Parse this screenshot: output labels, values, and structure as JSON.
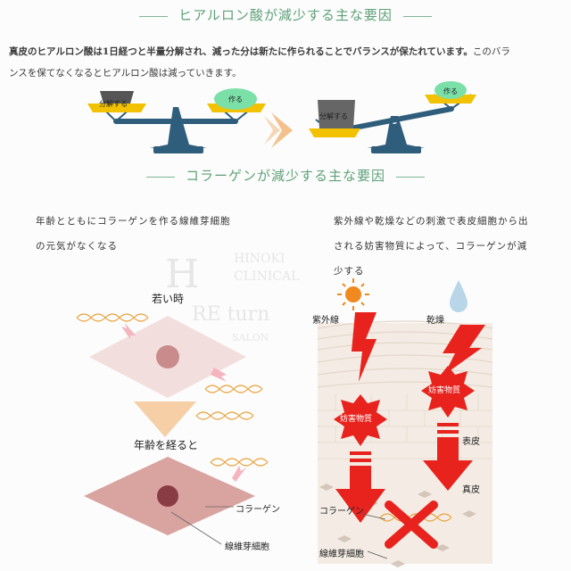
{
  "hyaluronic": {
    "title": "ヒアルロン酸が減少する主な要因",
    "body_lead": "真皮のヒアルロン酸は1日経つと半量分解され、減った分は新たに作られることでバランスが保たれています。",
    "body_rest_1": "このバラ",
    "body_rest_2": "ンスを保てなくなるとヒアルロン酸は減っていきます。",
    "scale_left_decompose": "分解する",
    "scale_left_make": "作る",
    "scale_right_decompose": "分解する",
    "scale_right_make": "作る"
  },
  "collagen": {
    "title": "コラーゲンが減少する主な要因",
    "left_text_1": "年齢とともにコラーゲンを作る線維芽細胞",
    "left_text_2": "の元気がなくなる",
    "right_text_1": "紫外線や乾燥などの刺激で表皮細胞から出",
    "right_text_2": "される妨害物質によって、コラーゲンが減",
    "right_text_3": "少する",
    "young_label": "若い時",
    "aged_label": "年齢を経ると",
    "collagen_label": "コラーゲン",
    "fibroblast_label": "線維芽細胞",
    "uv_label": "紫外線",
    "dry_label": "乾燥",
    "interfere_1": "妨害物質",
    "interfere_2": "妨害物質",
    "epidermis_label": "表皮",
    "dermis_label": "真皮",
    "skin_collagen_label": "コラーゲン",
    "skin_fibro_label": "線維芽細胞"
  },
  "watermark": {
    "brand_1": "HINOKI",
    "brand_2": "CLINICAL",
    "brand_3": "RE turn",
    "brand_4": "SALON"
  },
  "colors": {
    "accent_green": "#5fa07a",
    "scale_yellow": "#f2c200",
    "scale_navy": "#2f5d7c",
    "arrow_red": "#e8231e",
    "orange": "#f08a1e"
  }
}
